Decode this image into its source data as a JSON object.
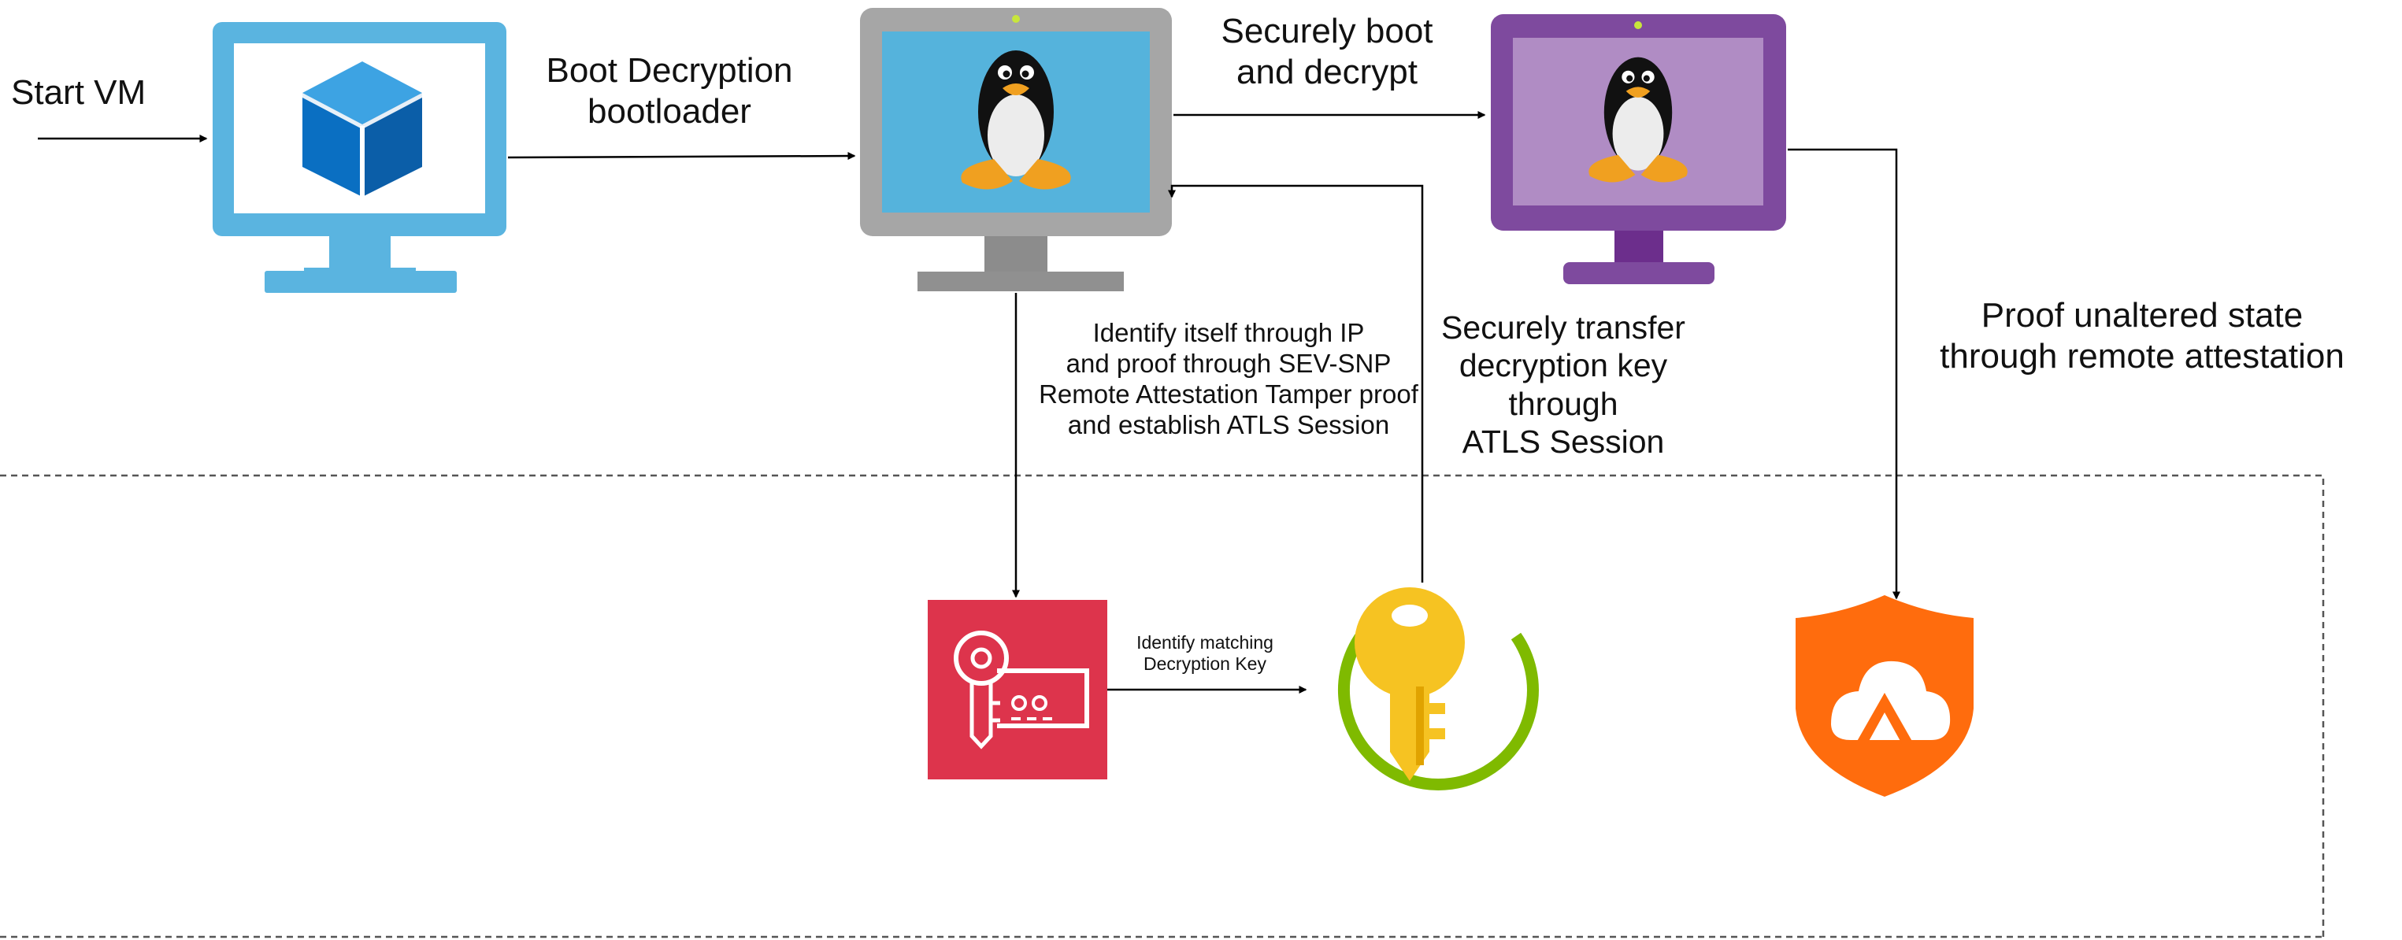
{
  "labels": {
    "start_vm": "Start VM",
    "boot_decryption": [
      "Boot Decryption",
      "bootloader"
    ],
    "securely_boot": [
      "Securely boot",
      "and decrypt"
    ],
    "identify_itself": [
      "Identify itself through IP",
      "and proof through SEV-SNP",
      "Remote Attestation Tamper proof",
      "and establish ATLS Session"
    ],
    "securely_transfer": [
      "Securely transfer",
      "decryption key",
      "through",
      "ATLS Session"
    ],
    "proof_unaltered": [
      "Proof unaltered state",
      "through remote attestation"
    ],
    "identify_matching": [
      "Identify matching",
      "Decryption Key"
    ]
  },
  "icons": {
    "vm_monitor": "azure-virtual-machine-icon",
    "linux_gray": "linux-tux-monitor-icon",
    "linux_purple": "linux-tux-confidential-vm-icon",
    "key_identity": "key-management-service-icon",
    "key_vault": "key-vault-icon",
    "attestation": "attestation-shield-icon"
  },
  "colors": {
    "azure_blue": "#5ab4e0",
    "cube_blue": "#0a6fc2",
    "monitor_gray": "#a6a6a6",
    "screen_blue": "#55b3dc",
    "monitor_purple": "#7e4a9e",
    "screen_purple": "#b08cc4",
    "kms_red": "#dd344c",
    "key_gold": "#f6c322",
    "ring_green": "#7fba00",
    "shield_orange": "#ff6c0d"
  }
}
